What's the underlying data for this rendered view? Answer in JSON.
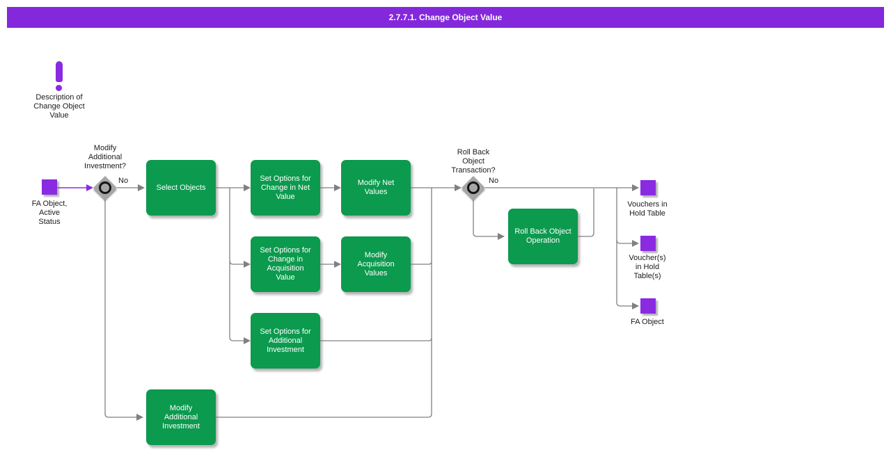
{
  "title": "2.7.7.1. Change Object Value",
  "note": {
    "label": "Description of\nChange Object\nValue"
  },
  "start": {
    "label": "FA Object,\nActive\nStatus"
  },
  "decision1": {
    "question": "Modify\nAdditional\nInvestment?",
    "no_label": "No"
  },
  "decision2": {
    "question": "Roll Back\nObject\nTransaction?",
    "no_label": "No"
  },
  "activities": {
    "select_objects": "Select Objects",
    "set_options_net": "Set Options for\nChange in Net\nValue",
    "modify_net": "Modify Net\nValues",
    "set_options_acq": "Set Options for\nChange in\nAcquisition\nValue",
    "modify_acq": "Modify\nAcquisition\nValues",
    "set_options_add": "Set Options for\nAdditional\nInvestment",
    "modify_add": "Modify\nAdditional\nInvestment",
    "rollback": "Roll Back Object\nOperation"
  },
  "outputs": {
    "vouchers": "Vouchers in\nHold Table",
    "vouchers_s": "Voucher(s)\nin Hold\nTable(s)",
    "fa_object": "FA Object"
  },
  "colors": {
    "accent_purple": "#8428DC",
    "node_purple": "#8A2BE2",
    "activity_green": "#0C9A4E",
    "line_gray": "#808080"
  }
}
